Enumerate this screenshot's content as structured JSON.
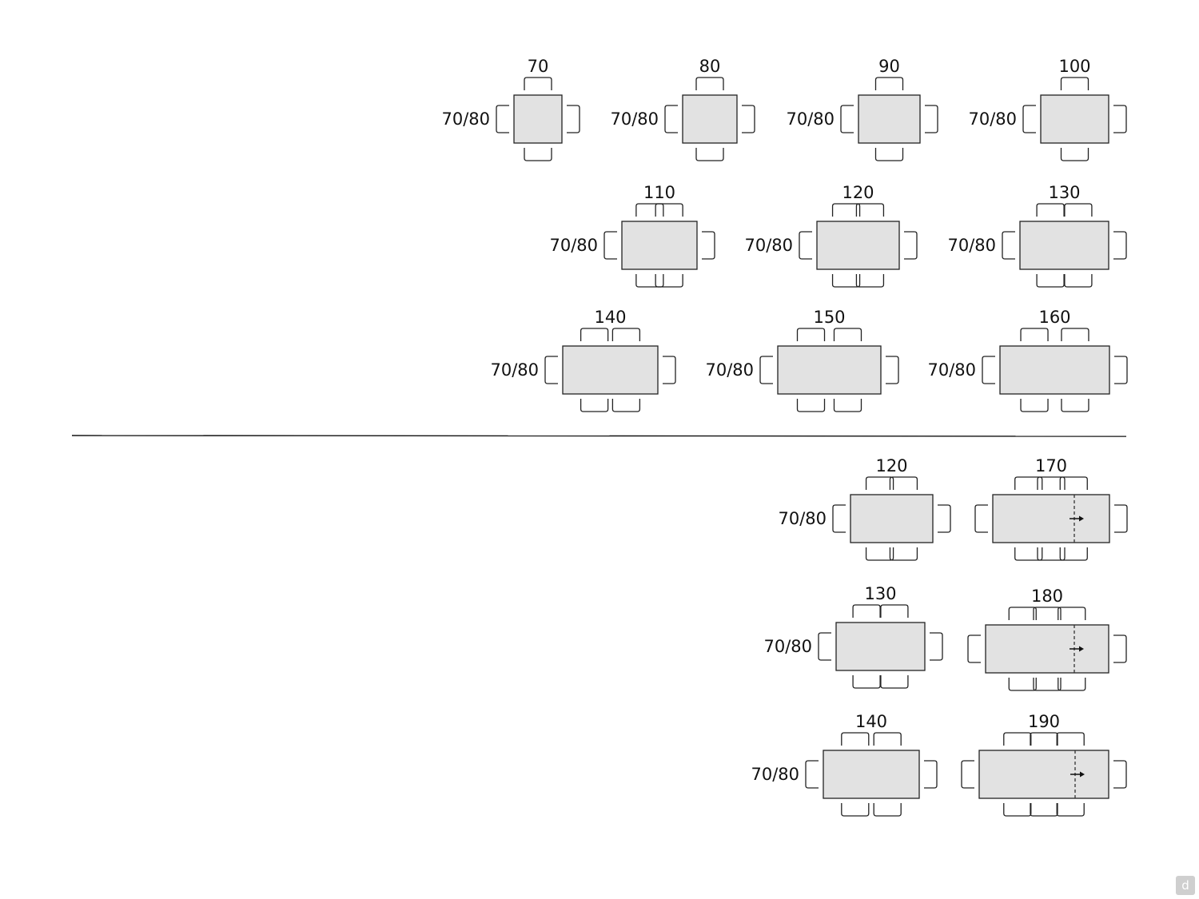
{
  "colors": {
    "table_fill": "#e2e2e2",
    "outline": "#222222",
    "background": "#ffffff"
  },
  "sections": {
    "fixed_tables": [
      {
        "length": "70",
        "width": "70/80",
        "chairs_per_long_side": 1
      },
      {
        "length": "80",
        "width": "70/80",
        "chairs_per_long_side": 1
      },
      {
        "length": "90",
        "width": "70/80",
        "chairs_per_long_side": 1
      },
      {
        "length": "100",
        "width": "70/80",
        "chairs_per_long_side": 1
      },
      {
        "length": "110",
        "width": "70/80",
        "chairs_per_long_side": 2
      },
      {
        "length": "120",
        "width": "70/80",
        "chairs_per_long_side": 2
      },
      {
        "length": "130",
        "width": "70/80",
        "chairs_per_long_side": 2
      },
      {
        "length": "140",
        "width": "70/80",
        "chairs_per_long_side": 2
      },
      {
        "length": "150",
        "width": "70/80",
        "chairs_per_long_side": 2
      },
      {
        "length": "160",
        "width": "70/80",
        "chairs_per_long_side": 2
      }
    ],
    "extendable_tables": [
      {
        "closed_length": "120",
        "extended_length": "170",
        "width": "70/80"
      },
      {
        "closed_length": "130",
        "extended_length": "180",
        "width": "70/80"
      },
      {
        "closed_length": "140",
        "extended_length": "190",
        "width": "70/80"
      }
    ]
  },
  "watermark": {
    "icon": "d-logo-icon"
  }
}
